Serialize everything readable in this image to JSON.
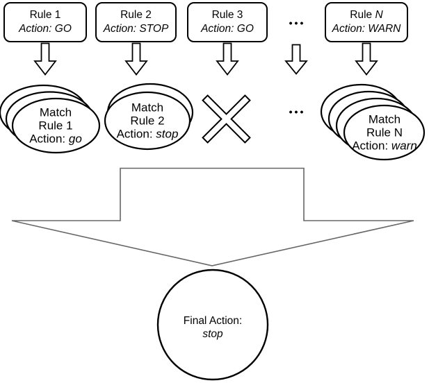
{
  "diagram": {
    "rules": [
      {
        "name": "Rule 1",
        "name_italic": "",
        "action": "Action: GO"
      },
      {
        "name": "Rule 2",
        "name_italic": "",
        "action": "Action: STOP"
      },
      {
        "name": "Rule 3",
        "name_italic": "",
        "action": "Action: GO"
      },
      {
        "name": "Rule ",
        "name_italic": "N",
        "action": "Action: WARN"
      }
    ],
    "ellipsis": "•••",
    "matches": [
      {
        "line1": "Match",
        "line2": "Rule 1",
        "action_label": "Action: ",
        "action_value": "go"
      },
      {
        "line1": "Match",
        "line2": "Rule 2",
        "action_label": "Action: ",
        "action_value": "stop"
      },
      {
        "line1": "Match",
        "line2": "Rule N",
        "action_label": "Action: ",
        "action_value": "warn"
      }
    ],
    "final": {
      "line1": "Final Action:",
      "line2": "stop"
    },
    "colors": {
      "shape_stroke": "#000000",
      "funnel_stroke": "#666666",
      "background": "#ffffff",
      "text": "#000000"
    }
  }
}
